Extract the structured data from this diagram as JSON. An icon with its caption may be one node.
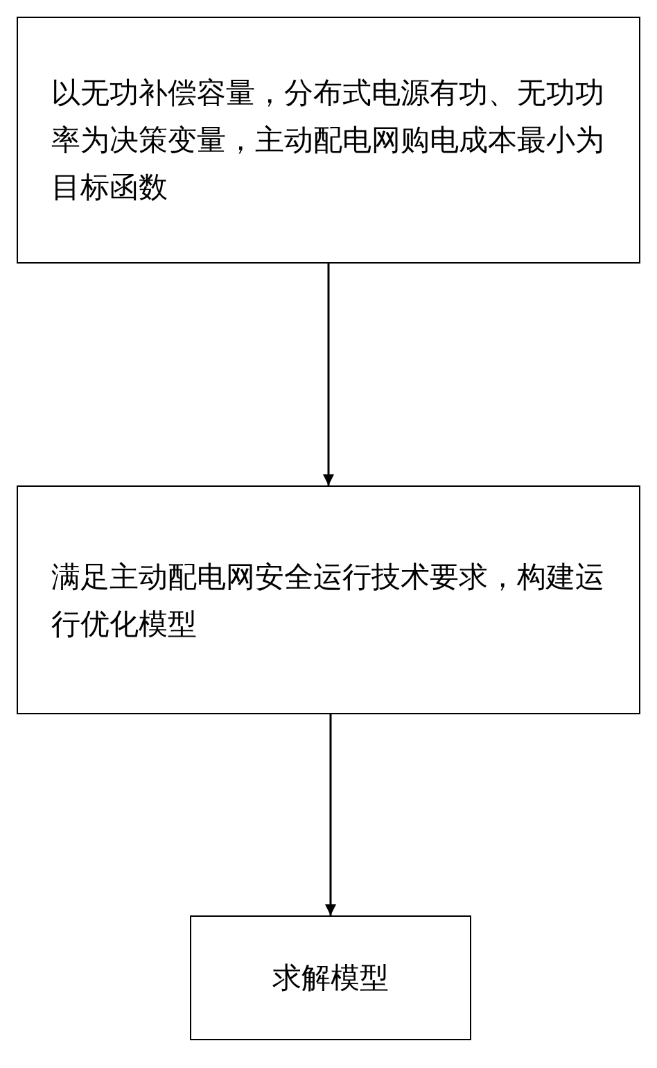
{
  "diagram": {
    "nodes": [
      {
        "text": [
          "以无功补偿容量，分布式电源有功、无功功率为决策变量，主动配电网购电成本最小为目标函数"
        ]
      },
      {
        "text": [
          "满足主动配电网安全运行技术要求，构建运行优化模型"
        ]
      },
      {
        "text": [
          "求解模型"
        ]
      }
    ],
    "edges": [
      {
        "from": 0,
        "to": 1,
        "arrow": "to"
      },
      {
        "from": 1,
        "to": 2,
        "arrow": "to"
      }
    ]
  }
}
